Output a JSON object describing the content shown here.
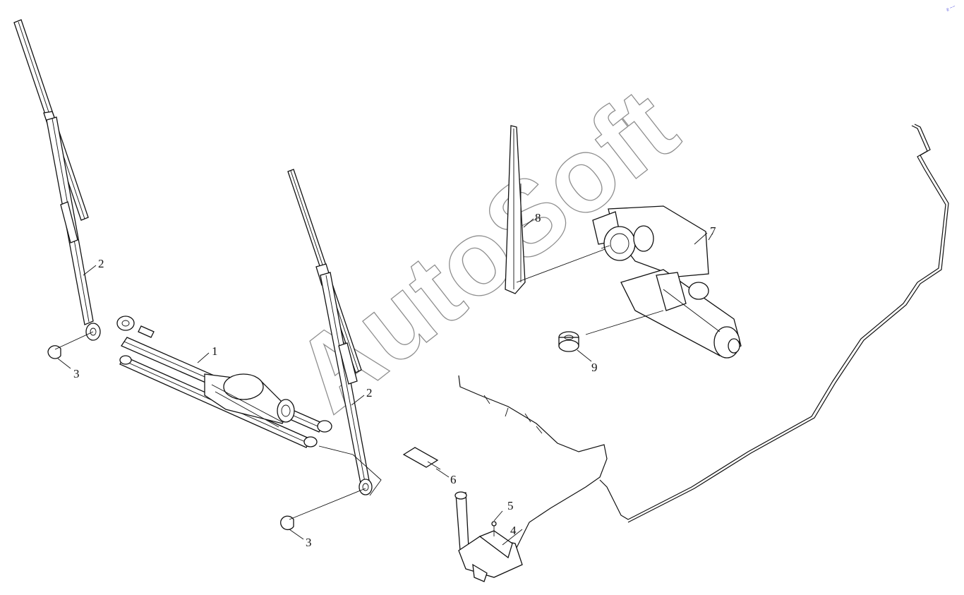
{
  "watermark": "AutoSoft",
  "corner_mark": "ƨ ~~",
  "callouts": {
    "c1": "1",
    "c2a": "2",
    "c2b": "2",
    "c3a": "3",
    "c3b": "3",
    "c4": "4",
    "c5": "5",
    "c6": "6",
    "c7": "7",
    "c8": "8",
    "c9": "9"
  }
}
